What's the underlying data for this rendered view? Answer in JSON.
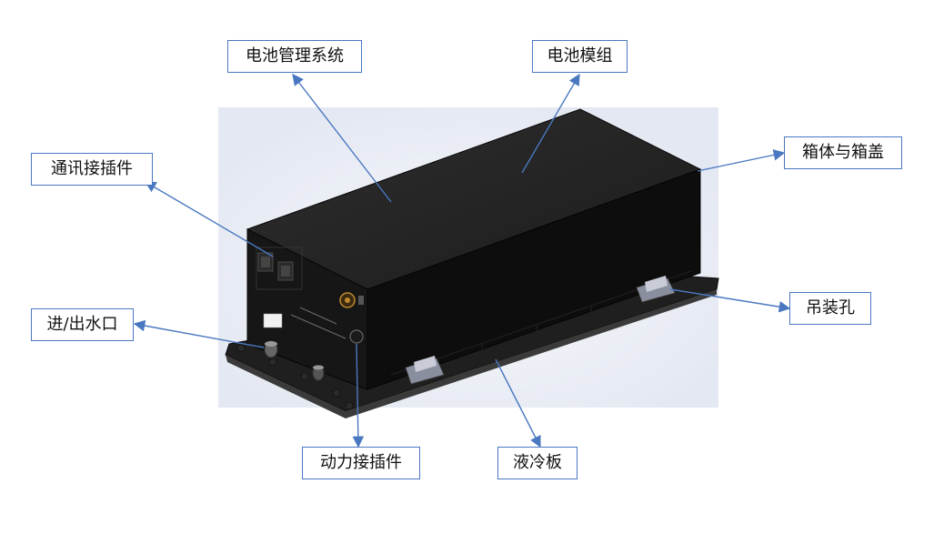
{
  "labels": {
    "bms": "电池管理系统",
    "module": "电池模组",
    "comm_connector": "通讯接插件",
    "box_and_lid": "箱体与箱盖",
    "lifting_hole": "吊装孔",
    "water_port": "进/出水口",
    "power_connector": "动力接插件",
    "cold_plate": "液冷板"
  },
  "colors": {
    "leader_line": "#4a78c0",
    "label_border": "#4a78c0",
    "battery_top": "#262626",
    "battery_side": "#0b0b0b",
    "battery_front": "#151515",
    "base_plate": "#1e1e1e",
    "backdrop": "#eef0f6"
  }
}
